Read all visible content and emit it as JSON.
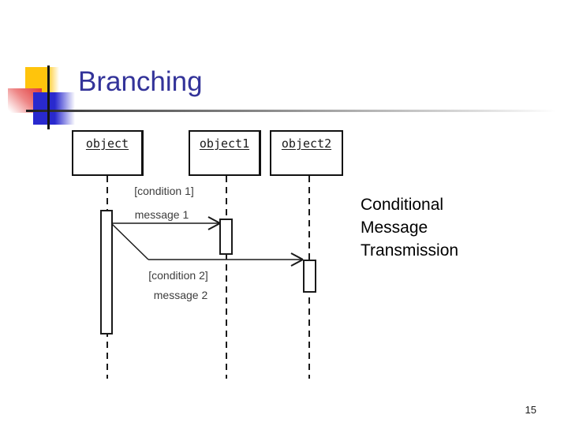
{
  "slide": {
    "title": "Branching",
    "page_number": "15"
  },
  "colors": {
    "title_text": "#333399",
    "deco_yellow": "#FFC40C",
    "deco_red": "#E03A3A",
    "deco_blue": "#2929CE",
    "diagram_lines": "#1a1a1a",
    "diagram_text": "#3d3d3d"
  },
  "diagram": {
    "type": "uml-sequence",
    "objects": [
      {
        "label": "object"
      },
      {
        "label": "object1"
      },
      {
        "label": "object2"
      }
    ],
    "labels": {
      "condition1": "[condition 1]",
      "message1": "message 1",
      "condition2": "[condition 2]",
      "message2": "message 2"
    }
  },
  "caption": {
    "text": "Conditional Message Transmission"
  }
}
